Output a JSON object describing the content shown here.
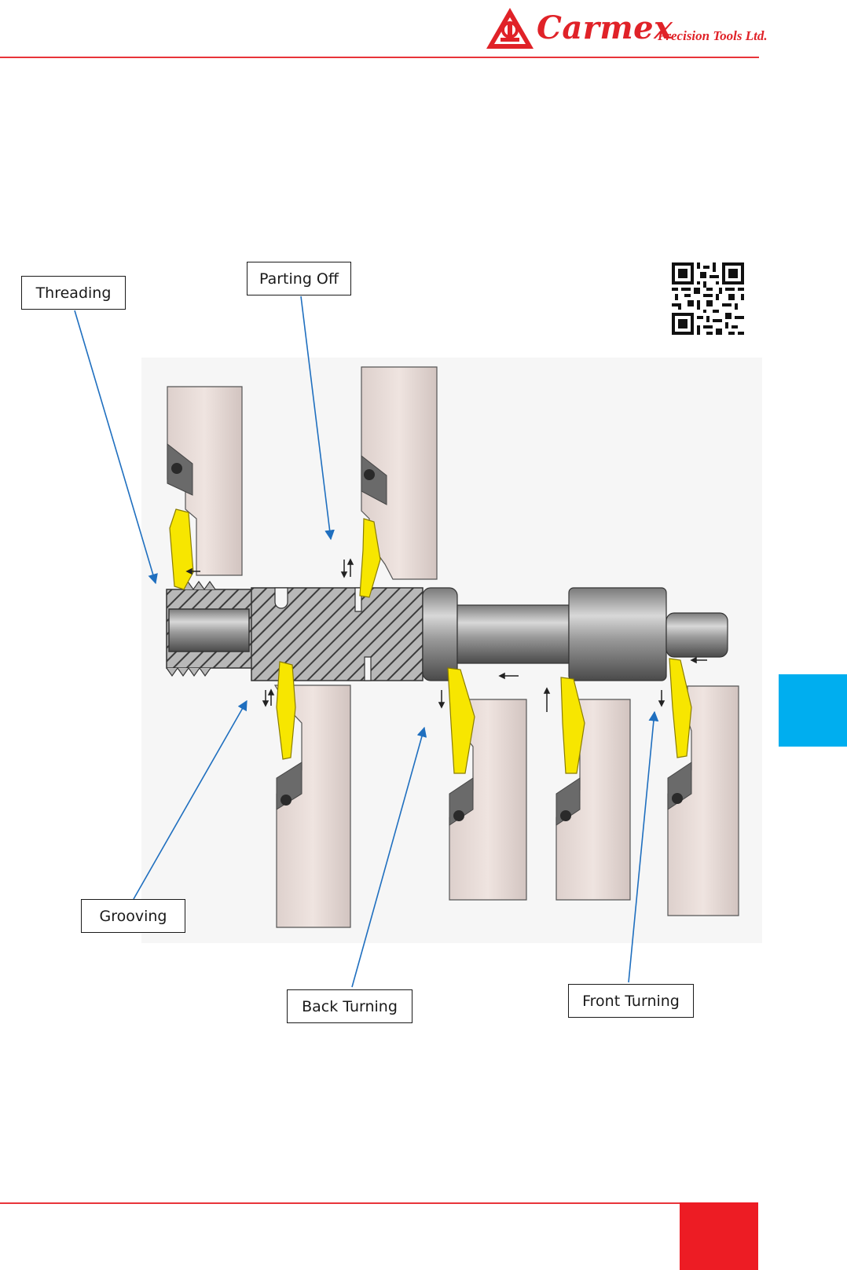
{
  "header": {
    "brand_name": "Carmex",
    "brand_suffix": "Precision Tools Ltd.",
    "accent_color": "#e02228"
  },
  "section_tab_color": "#00aeef",
  "page_tab_color": "#ed1c24",
  "diagram": {
    "labels": {
      "threading": "Threading",
      "parting_off": "Parting Off",
      "grooving": "Grooving",
      "back_turning": "Back Turning",
      "front_turning": "Front Turning"
    },
    "insert_color": "#f7e600",
    "holder_color": "#ece0dc",
    "leader_color": "#1f6fbf"
  }
}
